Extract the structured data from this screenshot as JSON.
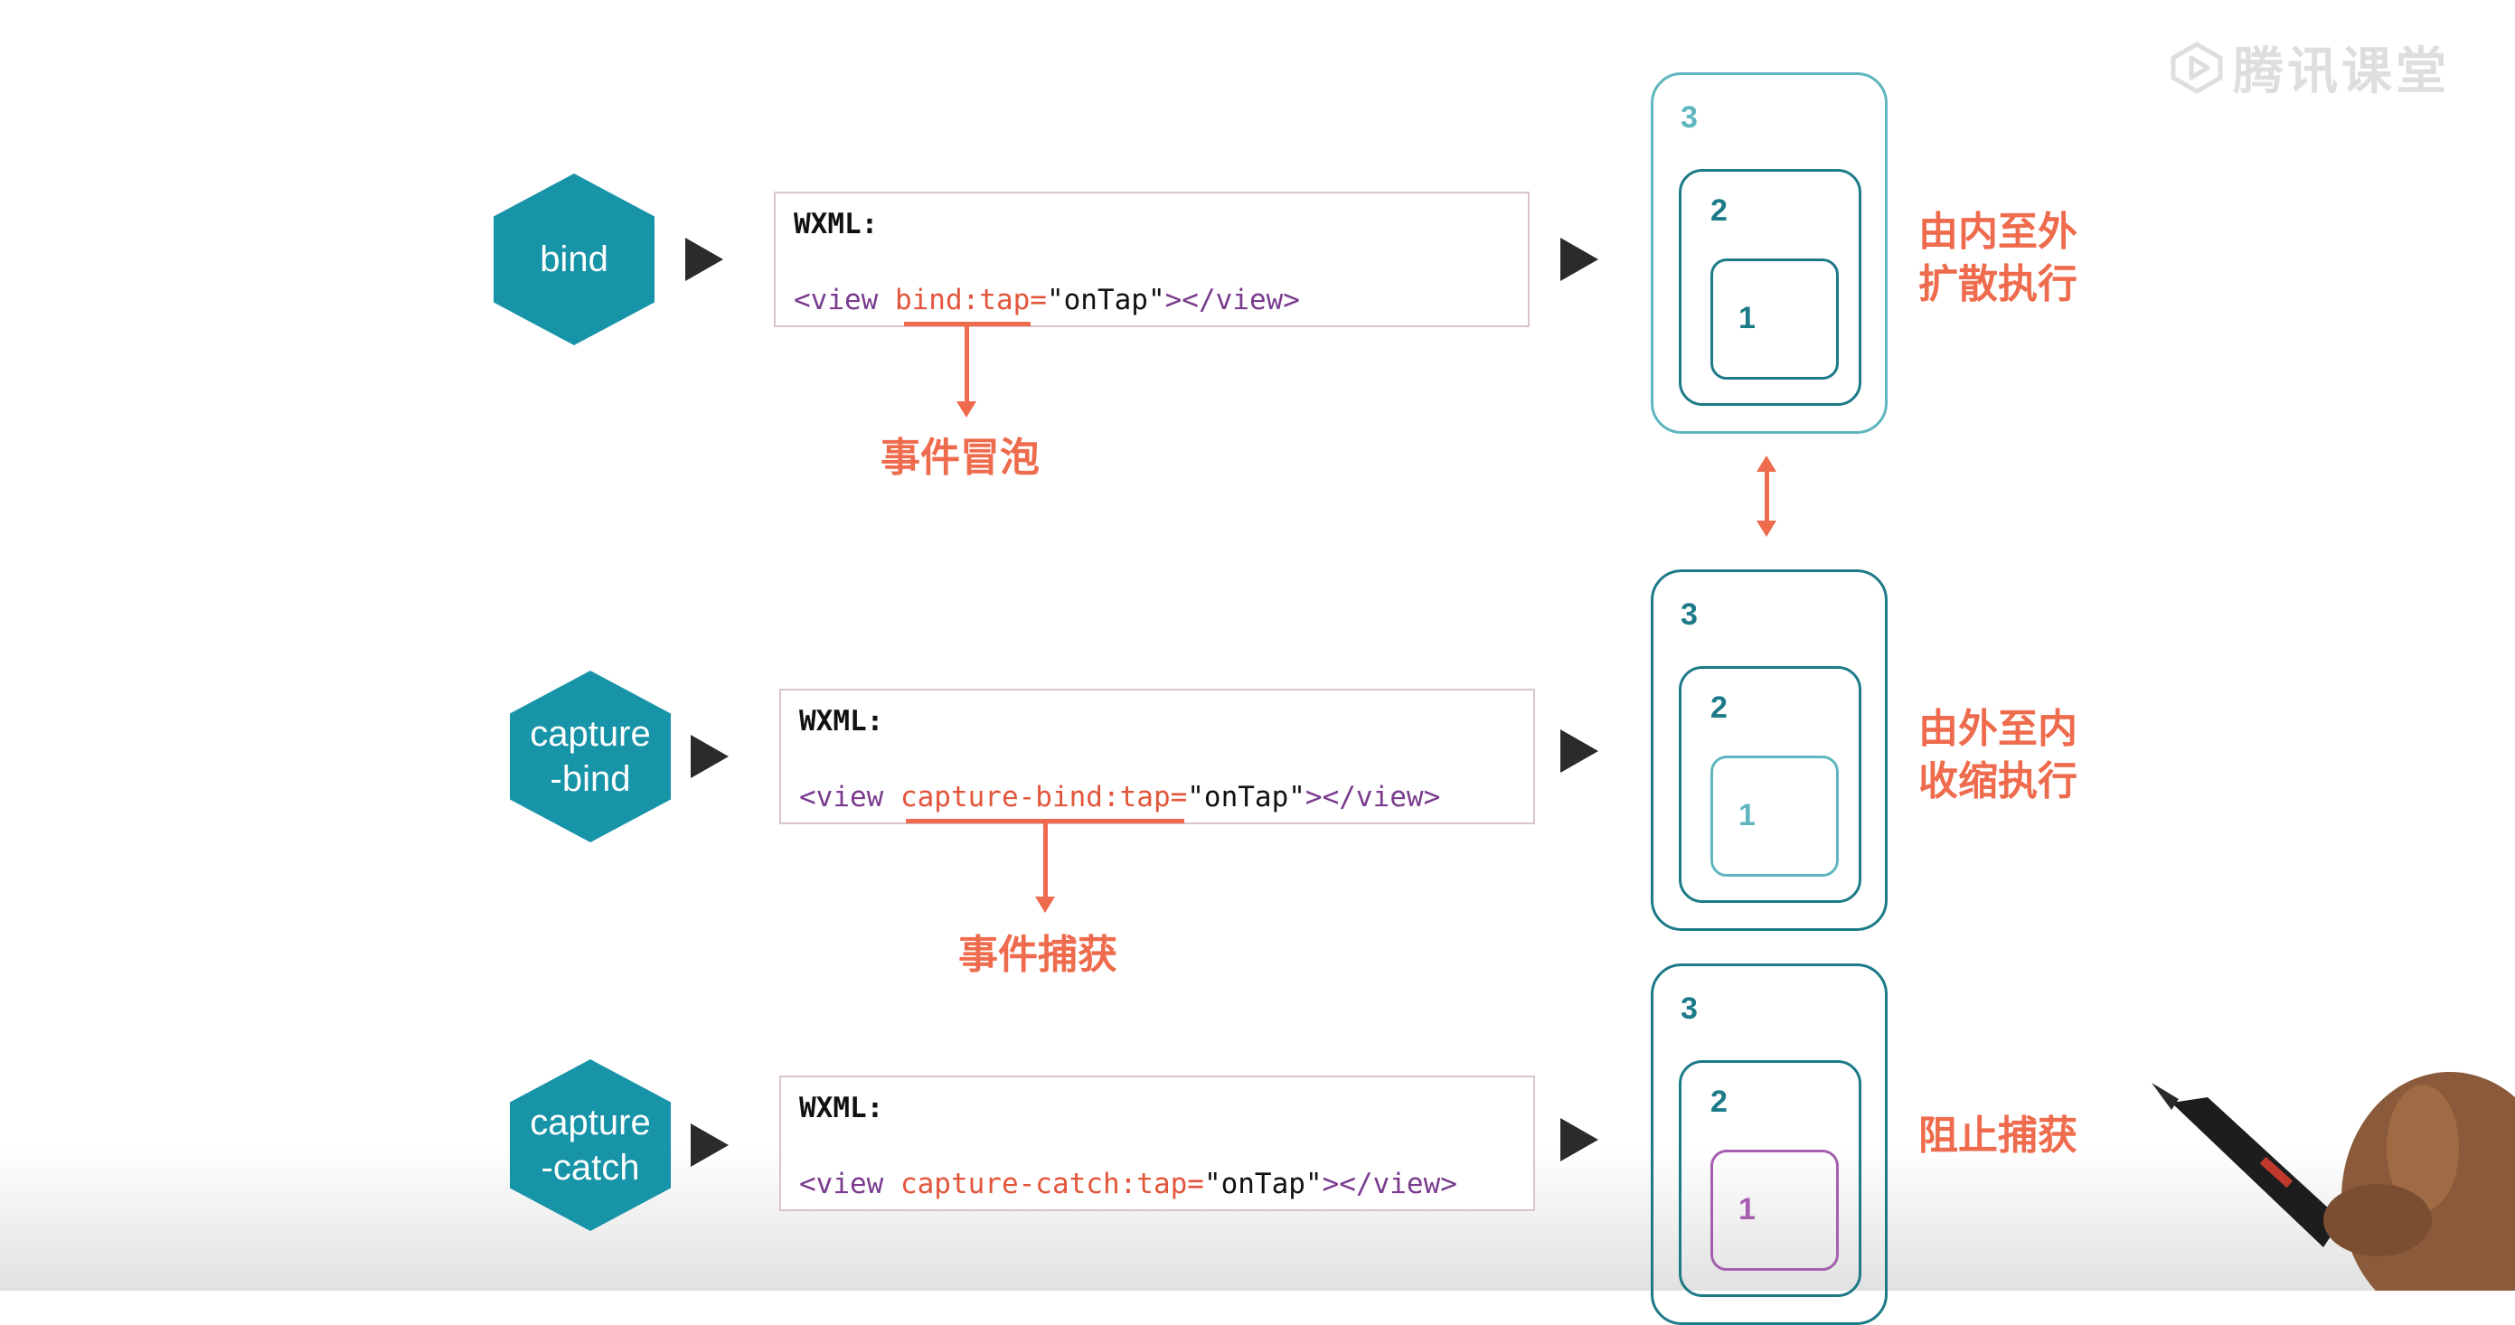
{
  "colors": {
    "teal": "#1894a8",
    "teal_dark": "#1d7a88",
    "teal_light": "#5fb6bf",
    "accent": "#ee6b4d",
    "purple": "#a65fb0",
    "arrow": "#2b2b2b"
  },
  "brand": {
    "name": "腾讯课堂",
    "icon": "play-logo-icon"
  },
  "rows": [
    {
      "badge": "bind",
      "code_label": "WXML:",
      "code": {
        "open": "<view ",
        "attr": "bind:tap=",
        "value": "\"onTap\"",
        "close": "></view>"
      },
      "annotation": "事件冒泡",
      "nest_labels": [
        "3",
        "2",
        "1"
      ],
      "note": "由内至外\n扩散执行"
    },
    {
      "badge": "capture\n-bind",
      "code_label": "WXML:",
      "code": {
        "open": "<view ",
        "attr": "capture-bind:tap=",
        "value": "\"onTap\"",
        "close": "></view>"
      },
      "annotation": "事件捕获",
      "nest_labels": [
        "3",
        "2",
        "1"
      ],
      "note": "由外至内\n收缩执行"
    },
    {
      "badge": "capture\n-catch",
      "code_label": "WXML:",
      "code": {
        "open": "<view ",
        "attr": "capture-catch:tap=",
        "value": "\"onTap\"",
        "close": "></view>"
      },
      "nest_labels": [
        "3",
        "2",
        "1"
      ],
      "note": "阻止捕获"
    }
  ]
}
